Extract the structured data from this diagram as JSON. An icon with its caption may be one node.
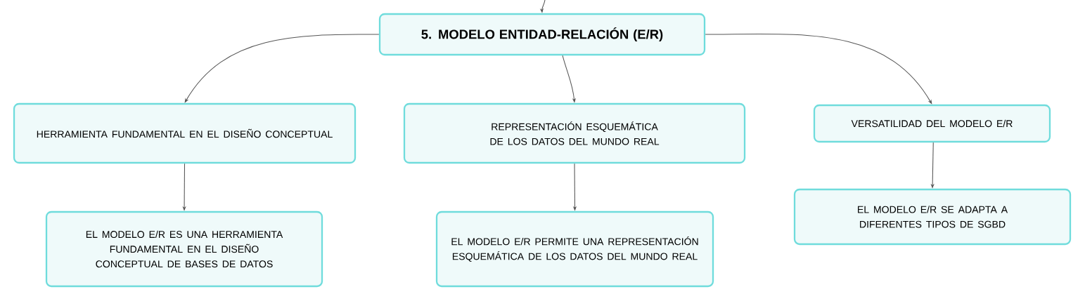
{
  "diagram": {
    "nodes": [
      {
        "text": [
          "5. MODELO ENTIDAD-RELACIÓN (E/R)"
        ]
      },
      {
        "text": [
          "HERRAMIENTA FUNDAMENTAL EN EL DISEÑO CONCEPTUAL"
        ]
      },
      {
        "text": [
          "REPRESENTACIÓN ESQUEMÁTICA DE LOS DATOS DEL MUNDO REAL"
        ]
      },
      {
        "text": [
          "VERSATILIDAD DEL MODELO E/R"
        ]
      },
      {
        "text": [
          "EL MODELO E/R ES UNA HERRAMIENTA FUNDAMENTAL EN EL DISEÑO CONCEPTUAL DE BASES DE DATOS"
        ]
      },
      {
        "text": [
          "EL MODELO E/R PERMITE UNA REPRESENTACIÓN ESQUEMÁTICA DE LOS DATOS DEL MUNDO REAL"
        ]
      },
      {
        "text": [
          "EL MODELO E/R SE ADAPTA A DIFERENTES TIPOS DE SGBD"
        ]
      }
    ],
    "edges": [
      {
        "from": null,
        "to": 0,
        "arrow": "to"
      },
      {
        "from": 0,
        "to": 1,
        "arrow": "to"
      },
      {
        "from": 0,
        "to": 2,
        "arrow": "to"
      },
      {
        "from": 0,
        "to": 3,
        "arrow": "to"
      },
      {
        "from": 1,
        "to": 4,
        "arrow": "to"
      },
      {
        "from": 2,
        "to": 5,
        "arrow": "to"
      },
      {
        "from": 3,
        "to": 6,
        "arrow": "to"
      }
    ]
  }
}
